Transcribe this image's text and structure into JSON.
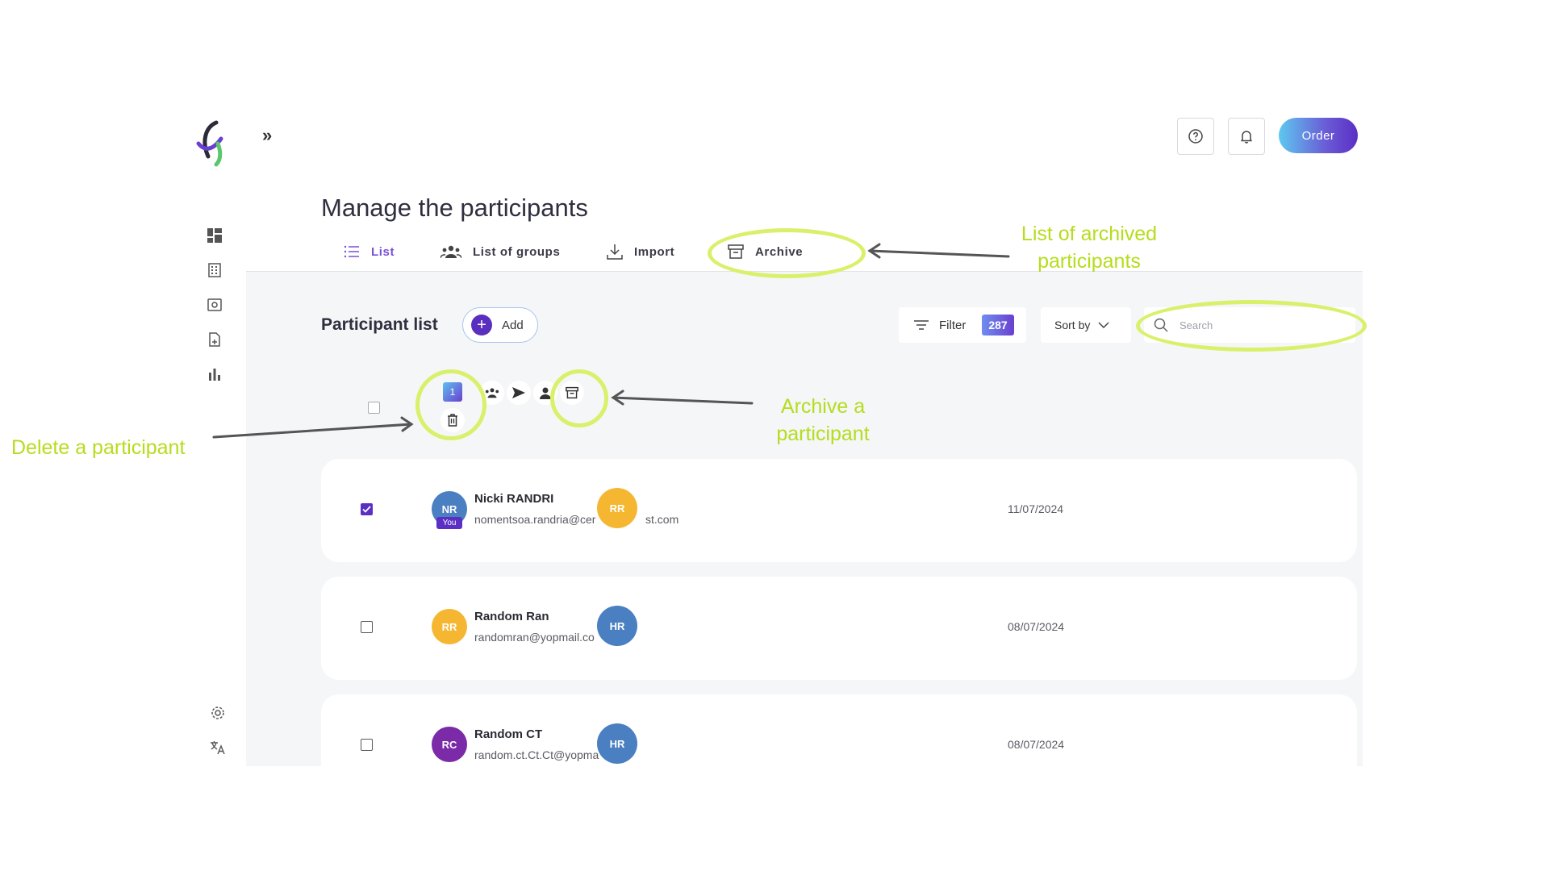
{
  "header": {
    "expand_glyph": "»",
    "order_label": "Order"
  },
  "page": {
    "title": "Manage the participants"
  },
  "tabs": [
    {
      "label": "List",
      "icon": "list-icon",
      "active": true
    },
    {
      "label": "List of groups",
      "icon": "groups-icon",
      "active": false
    },
    {
      "label": "Import",
      "icon": "download-icon",
      "active": false
    },
    {
      "label": "Archive",
      "icon": "archive-icon",
      "active": false
    }
  ],
  "list": {
    "title": "Participant list",
    "add_label": "Add",
    "filter_label": "Filter",
    "count": "287",
    "sort_label": "Sort by",
    "search_placeholder": "Search",
    "selected_count": "1"
  },
  "participants": [
    {
      "initials": "NR",
      "name": "Nicki RANDRI",
      "email": "nomentsoa.randria@certi...st.com",
      "email_visible": "nomentsoa.randria@cer",
      "email_tail": "st.com",
      "you_tag": "You",
      "avatar_color": "#4a7fc1",
      "checked": true,
      "manager": {
        "initials": "RR",
        "color": "#f5b731"
      },
      "date": "11/07/2024"
    },
    {
      "initials": "RR",
      "name": "Random Ran",
      "email_visible": "randomran@yopmail.co",
      "email_tail": "",
      "avatar_color": "#f5b731",
      "checked": false,
      "manager": {
        "initials": "HR",
        "color": "#4a7fc1"
      },
      "date": "08/07/2024"
    },
    {
      "initials": "RC",
      "name": "Random CT",
      "email_visible": "random.ct.Ct.Ct@yopma",
      "email_tail": "",
      "avatar_color": "#7b2aa8",
      "checked": false,
      "manager": {
        "initials": "HR",
        "color": "#4a7fc1"
      },
      "date": "08/07/2024"
    }
  ],
  "annotations": {
    "archived_list_line1": "List of archived",
    "archived_list_line2": "participants",
    "archive_line1": "Archive a",
    "archive_line2": "participant",
    "delete": "Delete a participant",
    "color": "#b5dd1c"
  },
  "colors": {
    "accent": "#5b2fc4",
    "highlight": "#d9f06a",
    "panel": "#f5f6f8"
  }
}
